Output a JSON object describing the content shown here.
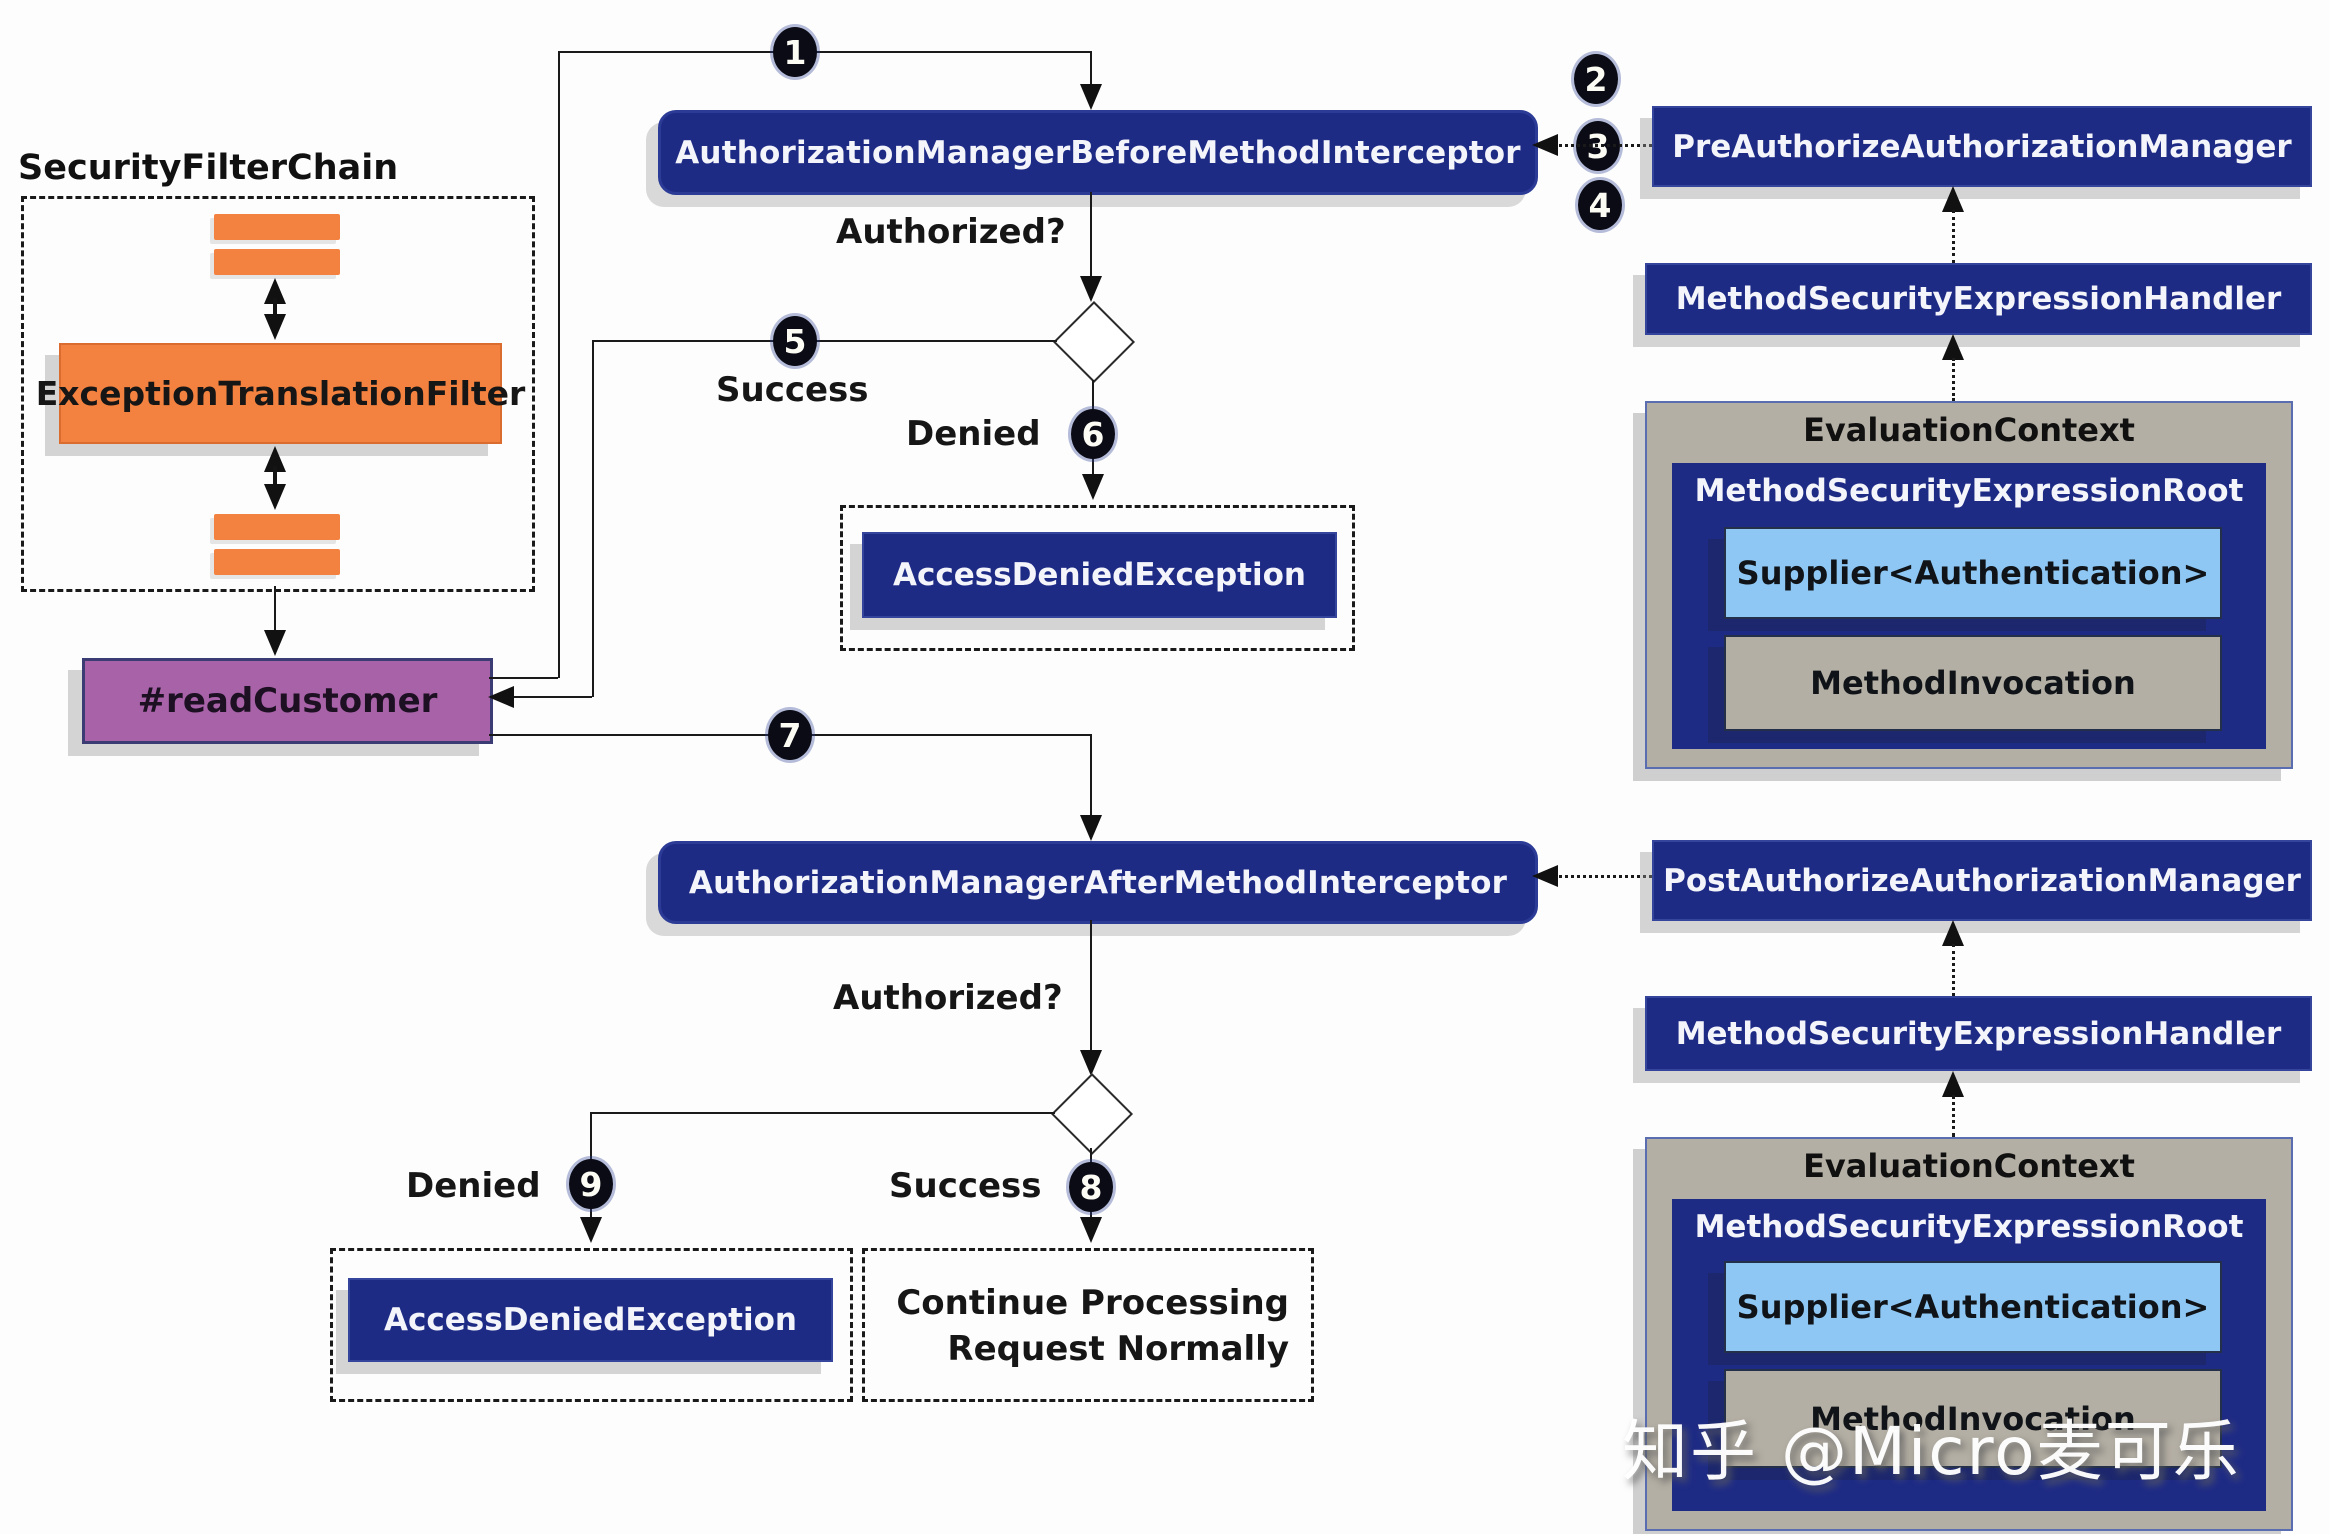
{
  "diagram": {
    "security_filter_chain": {
      "title": "SecurityFilterChain",
      "exception_translation_filter": "ExceptionTranslationFilter"
    },
    "read_customer": "#readCustomer",
    "before_interceptor": "AuthorizationManagerBeforeMethodInterceptor",
    "after_interceptor": "AuthorizationManagerAfterMethodInterceptor",
    "pre_authorize_manager": "PreAuthorizeAuthorizationManager",
    "post_authorize_manager": "PostAuthorizeAuthorizationManager",
    "expression_handler": "MethodSecurityExpressionHandler",
    "evaluation_context": {
      "title": "EvaluationContext",
      "expression_root": "MethodSecurityExpressionRoot",
      "supplier": "Supplier<Authentication>",
      "method_invocation": "MethodInvocation"
    },
    "labels": {
      "authorized": "Authorized?",
      "success": "Success",
      "denied": "Denied",
      "access_denied_exception": "AccessDeniedException",
      "continue_line1": "Continue Processing",
      "continue_line2": "Request Normally"
    },
    "steps": [
      "1",
      "2",
      "3",
      "4",
      "5",
      "6",
      "7",
      "8",
      "9"
    ],
    "watermark": "知乎 @Micro麦可乐",
    "colors": {
      "navy": "#1e2b85",
      "orange": "#f3813f",
      "purple": "#a862a8",
      "light_blue": "#8ec7f3",
      "tan": "#b4afa4"
    }
  }
}
